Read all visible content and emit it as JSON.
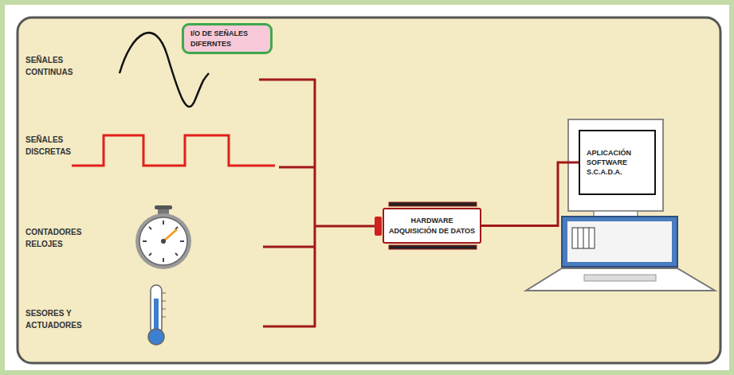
{
  "diagram": {
    "nodes": [
      {
        "text": [
          "I/O DE SEÑALES DIFERNTES"
        ]
      },
      {
        "text": [
          "HARDWARE ADQUISICIÓN DE DATOS"
        ]
      },
      {
        "text": [
          "APLICACIÓN SOFTWARE S.C.A.D.A."
        ]
      }
    ],
    "edges": [
      {
        "from": 1,
        "to": 2,
        "arrow": "none"
      }
    ],
    "labels": [
      "SEÑALES CONTINUAS",
      "SEÑALES DISCRETAS",
      "CONTADORES RELOJES",
      "SESORES Y ACTUADORES"
    ]
  }
}
